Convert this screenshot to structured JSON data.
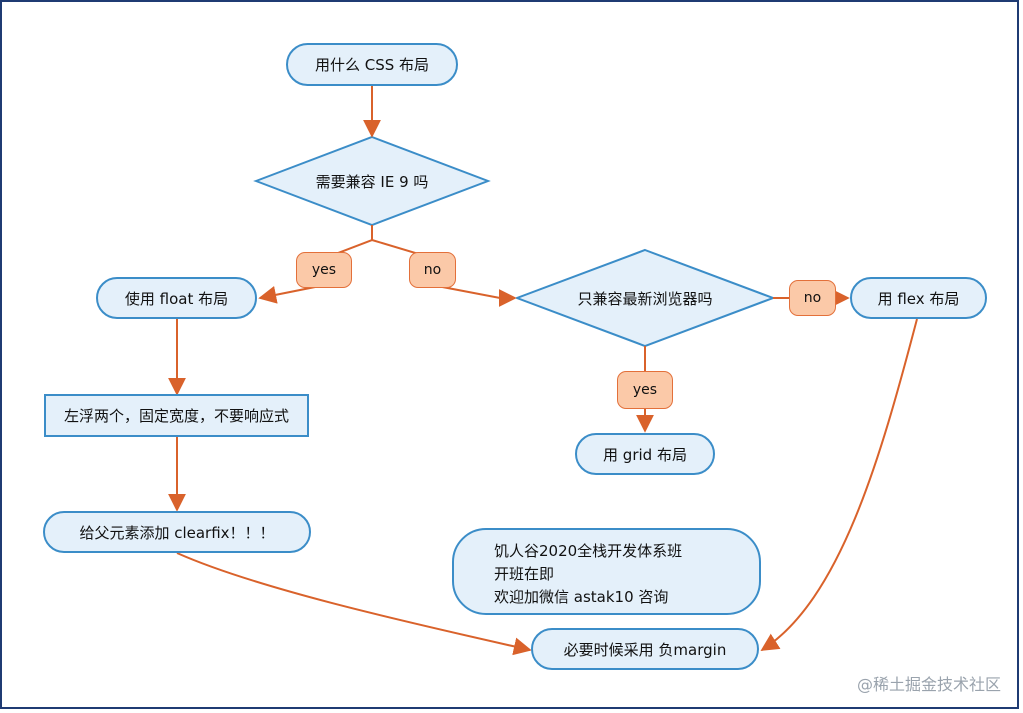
{
  "nodes": {
    "start": "用什么 CSS 布局",
    "q_ie9": "需要兼容 IE 9 吗",
    "use_float": "使用 float 布局",
    "float_detail": "左浮两个，固定宽度，不要响应式",
    "clearfix": "给父元素添加 clearfix！！！",
    "q_modern": "只兼容最新浏览器吗",
    "use_flex": "用 flex 布局",
    "use_grid": "用 grid 布局",
    "neg_margin": "必要时候采用 负margin"
  },
  "edge_labels": {
    "ie9_yes": "yes",
    "ie9_no": "no",
    "modern_no": "no",
    "modern_yes": "yes"
  },
  "note": {
    "lines": [
      "饥人谷2020全栈开发体系班",
      "开班在即",
      "欢迎加微信 astak10 咨询"
    ]
  },
  "watermark": "@稀土掘金技术社区",
  "colors": {
    "node_fill": "#e4f0fa",
    "node_border": "#3b8dc8",
    "arrow": "#d9622b",
    "label_fill": "#fbc9a8",
    "frame": "#1f3b73"
  }
}
